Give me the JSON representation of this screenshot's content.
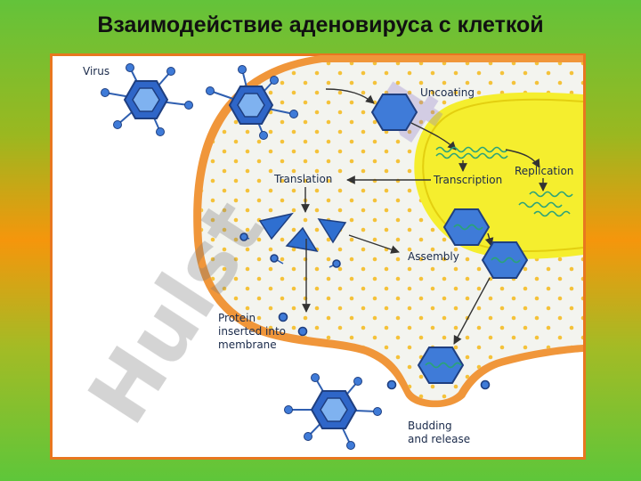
{
  "title": "Взаимодействие аденовируса с клеткой",
  "labels": {
    "virus": "Virus",
    "uncoating": "Uncoating",
    "translation": "Translation",
    "transcription": "Transcription",
    "replication": "Replication",
    "assembly": "Assembly",
    "protein_line1": "Protein",
    "protein_line2": "inserted into",
    "protein_line3": "membrane",
    "budding_line1": "Budding",
    "budding_line2": "and release"
  },
  "watermark": {
    "main": "Hulst",
    "top": "4"
  },
  "colors": {
    "frame_border": "#e8771f",
    "membrane": "#f0963a",
    "cytoplasm": "#f3f4ef",
    "nucleus": "#f5ee2e",
    "capsid": "#3f7bd8",
    "dna": "#2aa27a"
  }
}
